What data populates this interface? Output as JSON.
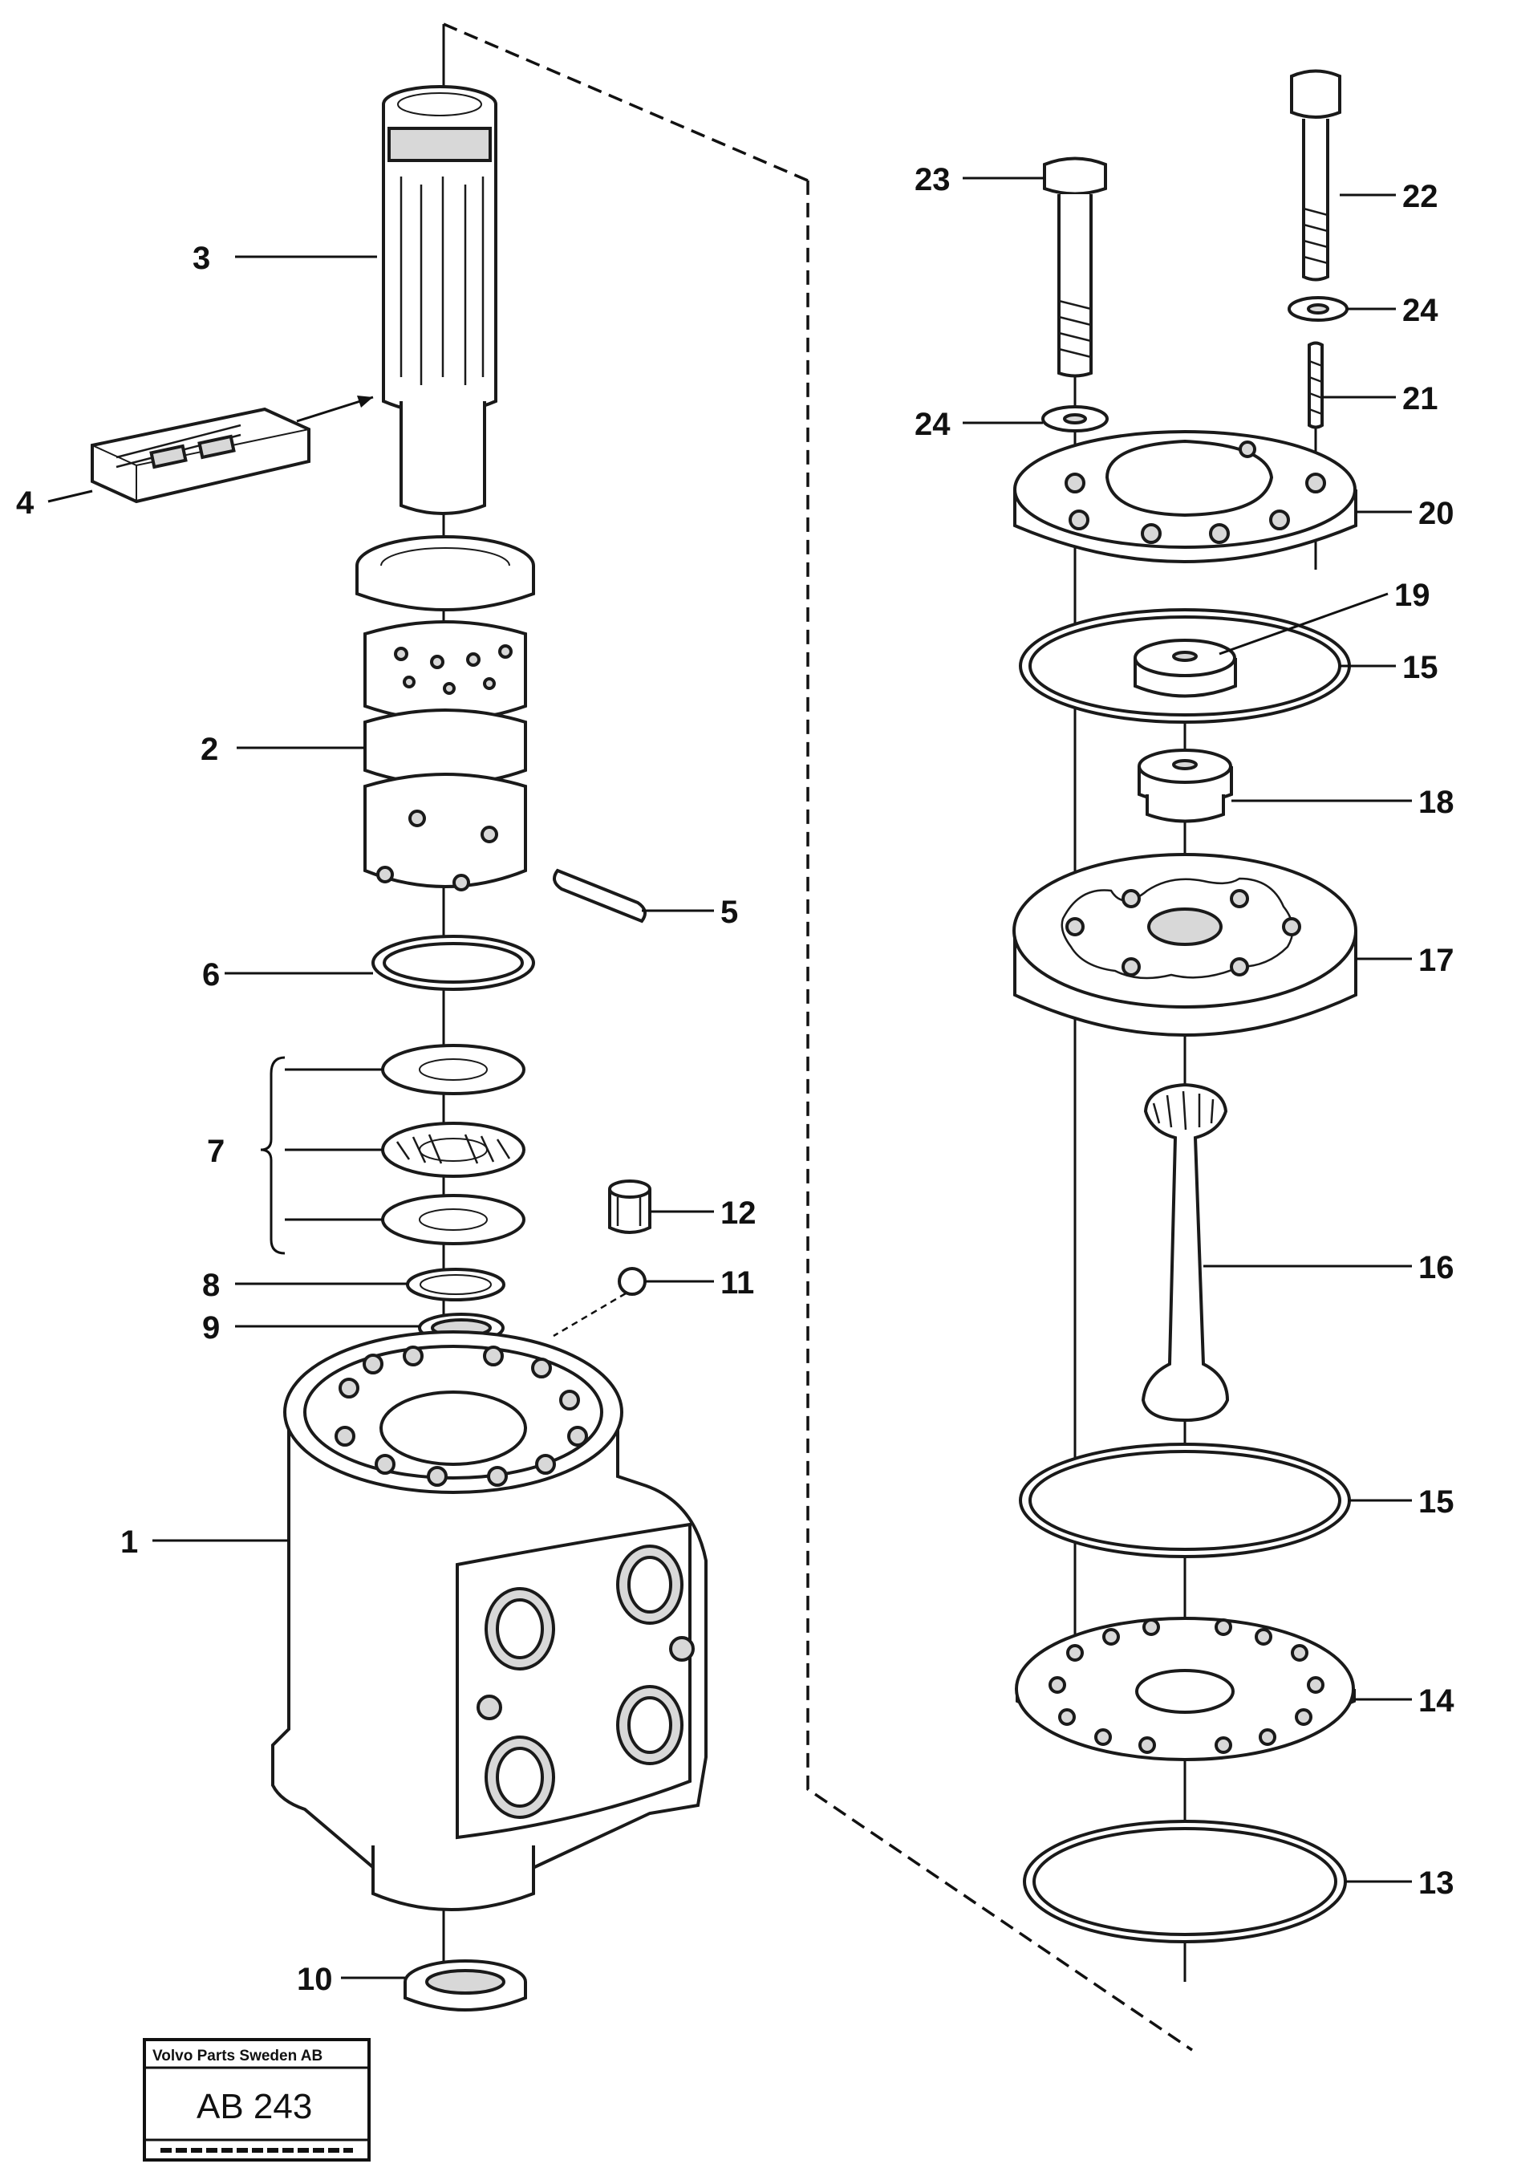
{
  "callouts": {
    "c1": "1",
    "c2": "2",
    "c3": "3",
    "c4": "4",
    "c5": "5",
    "c6": "6",
    "c7": "7",
    "c8": "8",
    "c9": "9",
    "c10": "10",
    "c11": "11",
    "c12": "12",
    "c13": "13",
    "c14": "14",
    "c15a": "15",
    "c15b": "15",
    "c16": "16",
    "c17": "17",
    "c18": "18",
    "c19": "19",
    "c20": "20",
    "c21": "21",
    "c22": "22",
    "c23": "23",
    "c24a": "24",
    "c24b": "24"
  },
  "stamp": {
    "header": "Volvo Parts Sweden AB",
    "code": "AB 243"
  }
}
